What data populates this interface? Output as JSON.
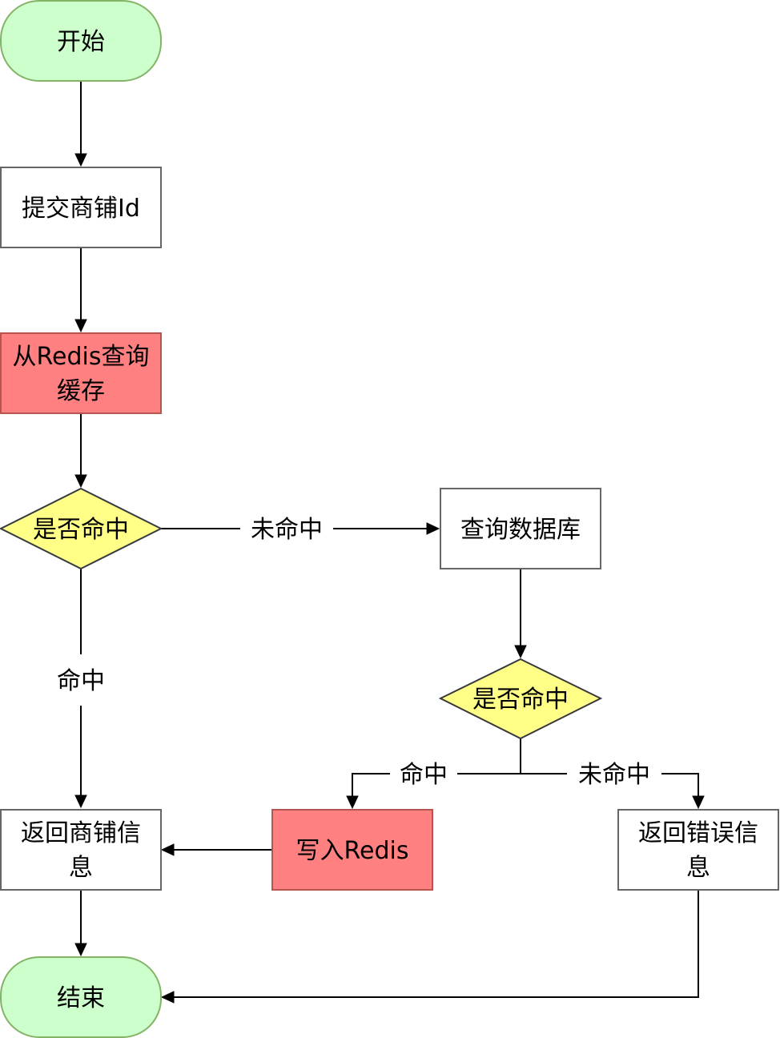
{
  "colors": {
    "terminal_fill": "#ccffcc",
    "terminal_stroke": "#82b366",
    "process_fill": "#ffffff",
    "process_stroke": "#666666",
    "redis_fill": "#ff8080",
    "redis_stroke": "#b85450",
    "decision_fill": "#ffff88",
    "decision_stroke": "#36393d",
    "line": "#000000",
    "text": "#000000"
  },
  "nodes": {
    "start": {
      "lines": [
        "开始"
      ]
    },
    "submit": {
      "lines": [
        "提交商铺Id"
      ]
    },
    "query_redis": {
      "lines": [
        "从Redis查询",
        "缓存"
      ]
    },
    "decision1": {
      "lines": [
        "是否命中"
      ]
    },
    "query_db": {
      "lines": [
        "查询数据库"
      ]
    },
    "decision2": {
      "lines": [
        "是否命中"
      ]
    },
    "write_redis": {
      "lines": [
        "写入Redis"
      ]
    },
    "return_info": {
      "lines": [
        "返回商铺信",
        "息"
      ]
    },
    "return_error": {
      "lines": [
        "返回错误信",
        "息"
      ]
    },
    "end": {
      "lines": [
        "结束"
      ]
    }
  },
  "edges": {
    "d1_miss": "未命中",
    "d1_hit": "命中",
    "d2_hit": "命中",
    "d2_miss": "未命中"
  }
}
